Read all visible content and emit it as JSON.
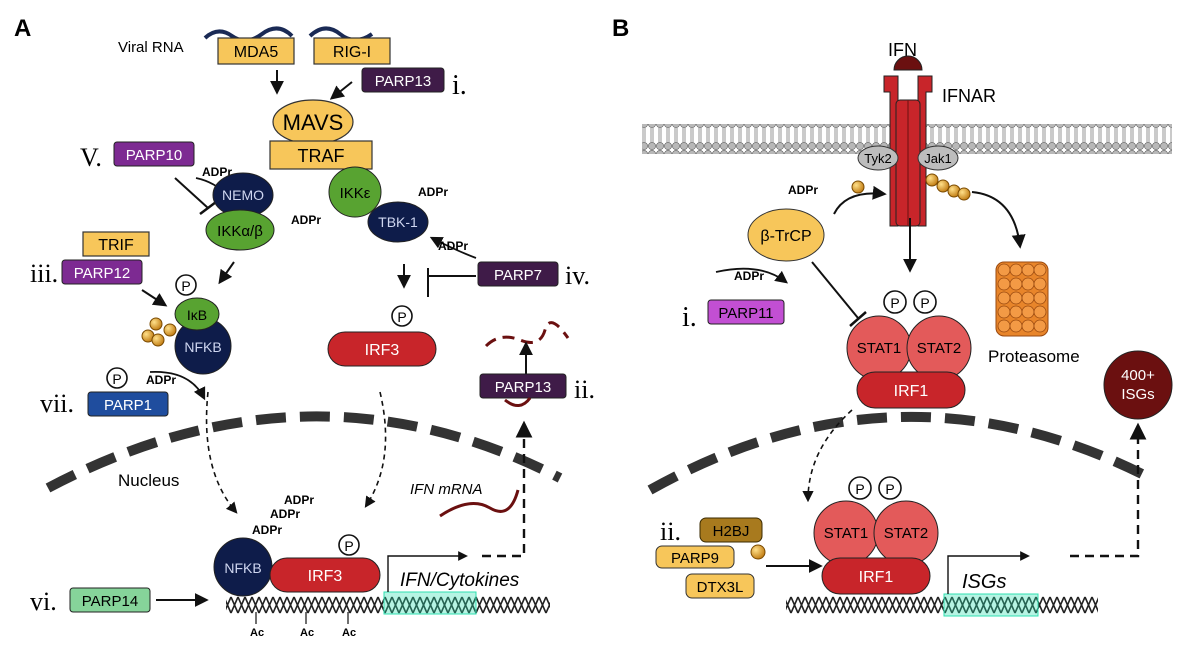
{
  "panels": {
    "a": "A",
    "b": "B"
  },
  "colors": {
    "yellow": "#f7c65a",
    "purple": "#7d2a92",
    "dark_purple": "#3f1b48",
    "magenta": "#c24fd3",
    "navy": "#0e1c4a",
    "green": "#58a331",
    "red": "#c8252a",
    "pink": "#e35a5a",
    "maroon": "#6b1010",
    "mint": "#86d49a",
    "blue": "#1f4d9e",
    "teal": "#2fe0b0",
    "membrane": "#9a9a9a",
    "orange": "#e8852a"
  },
  "a": {
    "viral_rna": "Viral RNA",
    "mda5": "MDA5",
    "rigi": "RIG-I",
    "parp13_i": "PARP13",
    "num_i": "i.",
    "mavs": "MAVS",
    "traf": "TRAF",
    "num_v": "V.",
    "parp10": "PARP10",
    "adpr_parp10": "ADPr",
    "nemo": "NEMO",
    "adpr_nemo": "ADPr",
    "ikkab": "IKKα/β",
    "ikke": "IKKε",
    "tbk1": "TBK-1",
    "adpr_tbk1": "ADPr",
    "adpr_parp7": "ADPr",
    "trif": "TRIF",
    "num_iii": "iii.",
    "parp12": "PARP12",
    "p_ikb": "P",
    "ikb": "IκB",
    "nfkb": "NFKB",
    "p_irf3": "P",
    "irf3": "IRF3",
    "parp7": "PARP7",
    "num_iv": "iv.",
    "parp13_ii": "PARP13",
    "num_ii": "ii.",
    "num_vii": "vii.",
    "p_parp1": "P",
    "adpr_parp1": "ADPr",
    "parp1": "PARP1",
    "nucleus": "Nucleus",
    "ifn_mrna": "IFN mRNA",
    "adpr_n1": "ADPr",
    "adpr_n2": "ADPr",
    "adpr_n3": "ADPr",
    "nfkb_dna": "NFKB",
    "irf3_dna": "IRF3",
    "p_irf3_dna": "P",
    "ifn_cytokines": "IFN/Cytokines",
    "num_vi": "vi.",
    "parp14": "PARP14",
    "ac1": "Ac",
    "ac2": "Ac",
    "ac3": "Ac"
  },
  "b": {
    "ifn": "IFN",
    "ifnar": "IFNAR",
    "tyk2": "Tyk2",
    "jak1": "Jak1",
    "adpr_btrcp": "ADPr",
    "btrcp": "β-TrCP",
    "adpr_parp11": "ADPr",
    "num_i": "i.",
    "parp11": "PARP11",
    "proteasome": "Proteasome",
    "p1": "P",
    "p2": "P",
    "stat1": "STAT1",
    "stat2": "STAT2",
    "irf1": "IRF1",
    "isgs400": [
      "400+",
      "ISGs"
    ],
    "num_ii": "ii.",
    "h2bj": "H2BJ",
    "parp9": "PARP9",
    "dtx3l": "DTX3L",
    "p3": "P",
    "p4": "P",
    "stat1_n": "STAT1",
    "stat2_n": "STAT2",
    "irf1_n": "IRF1",
    "isgs": "ISGs"
  }
}
